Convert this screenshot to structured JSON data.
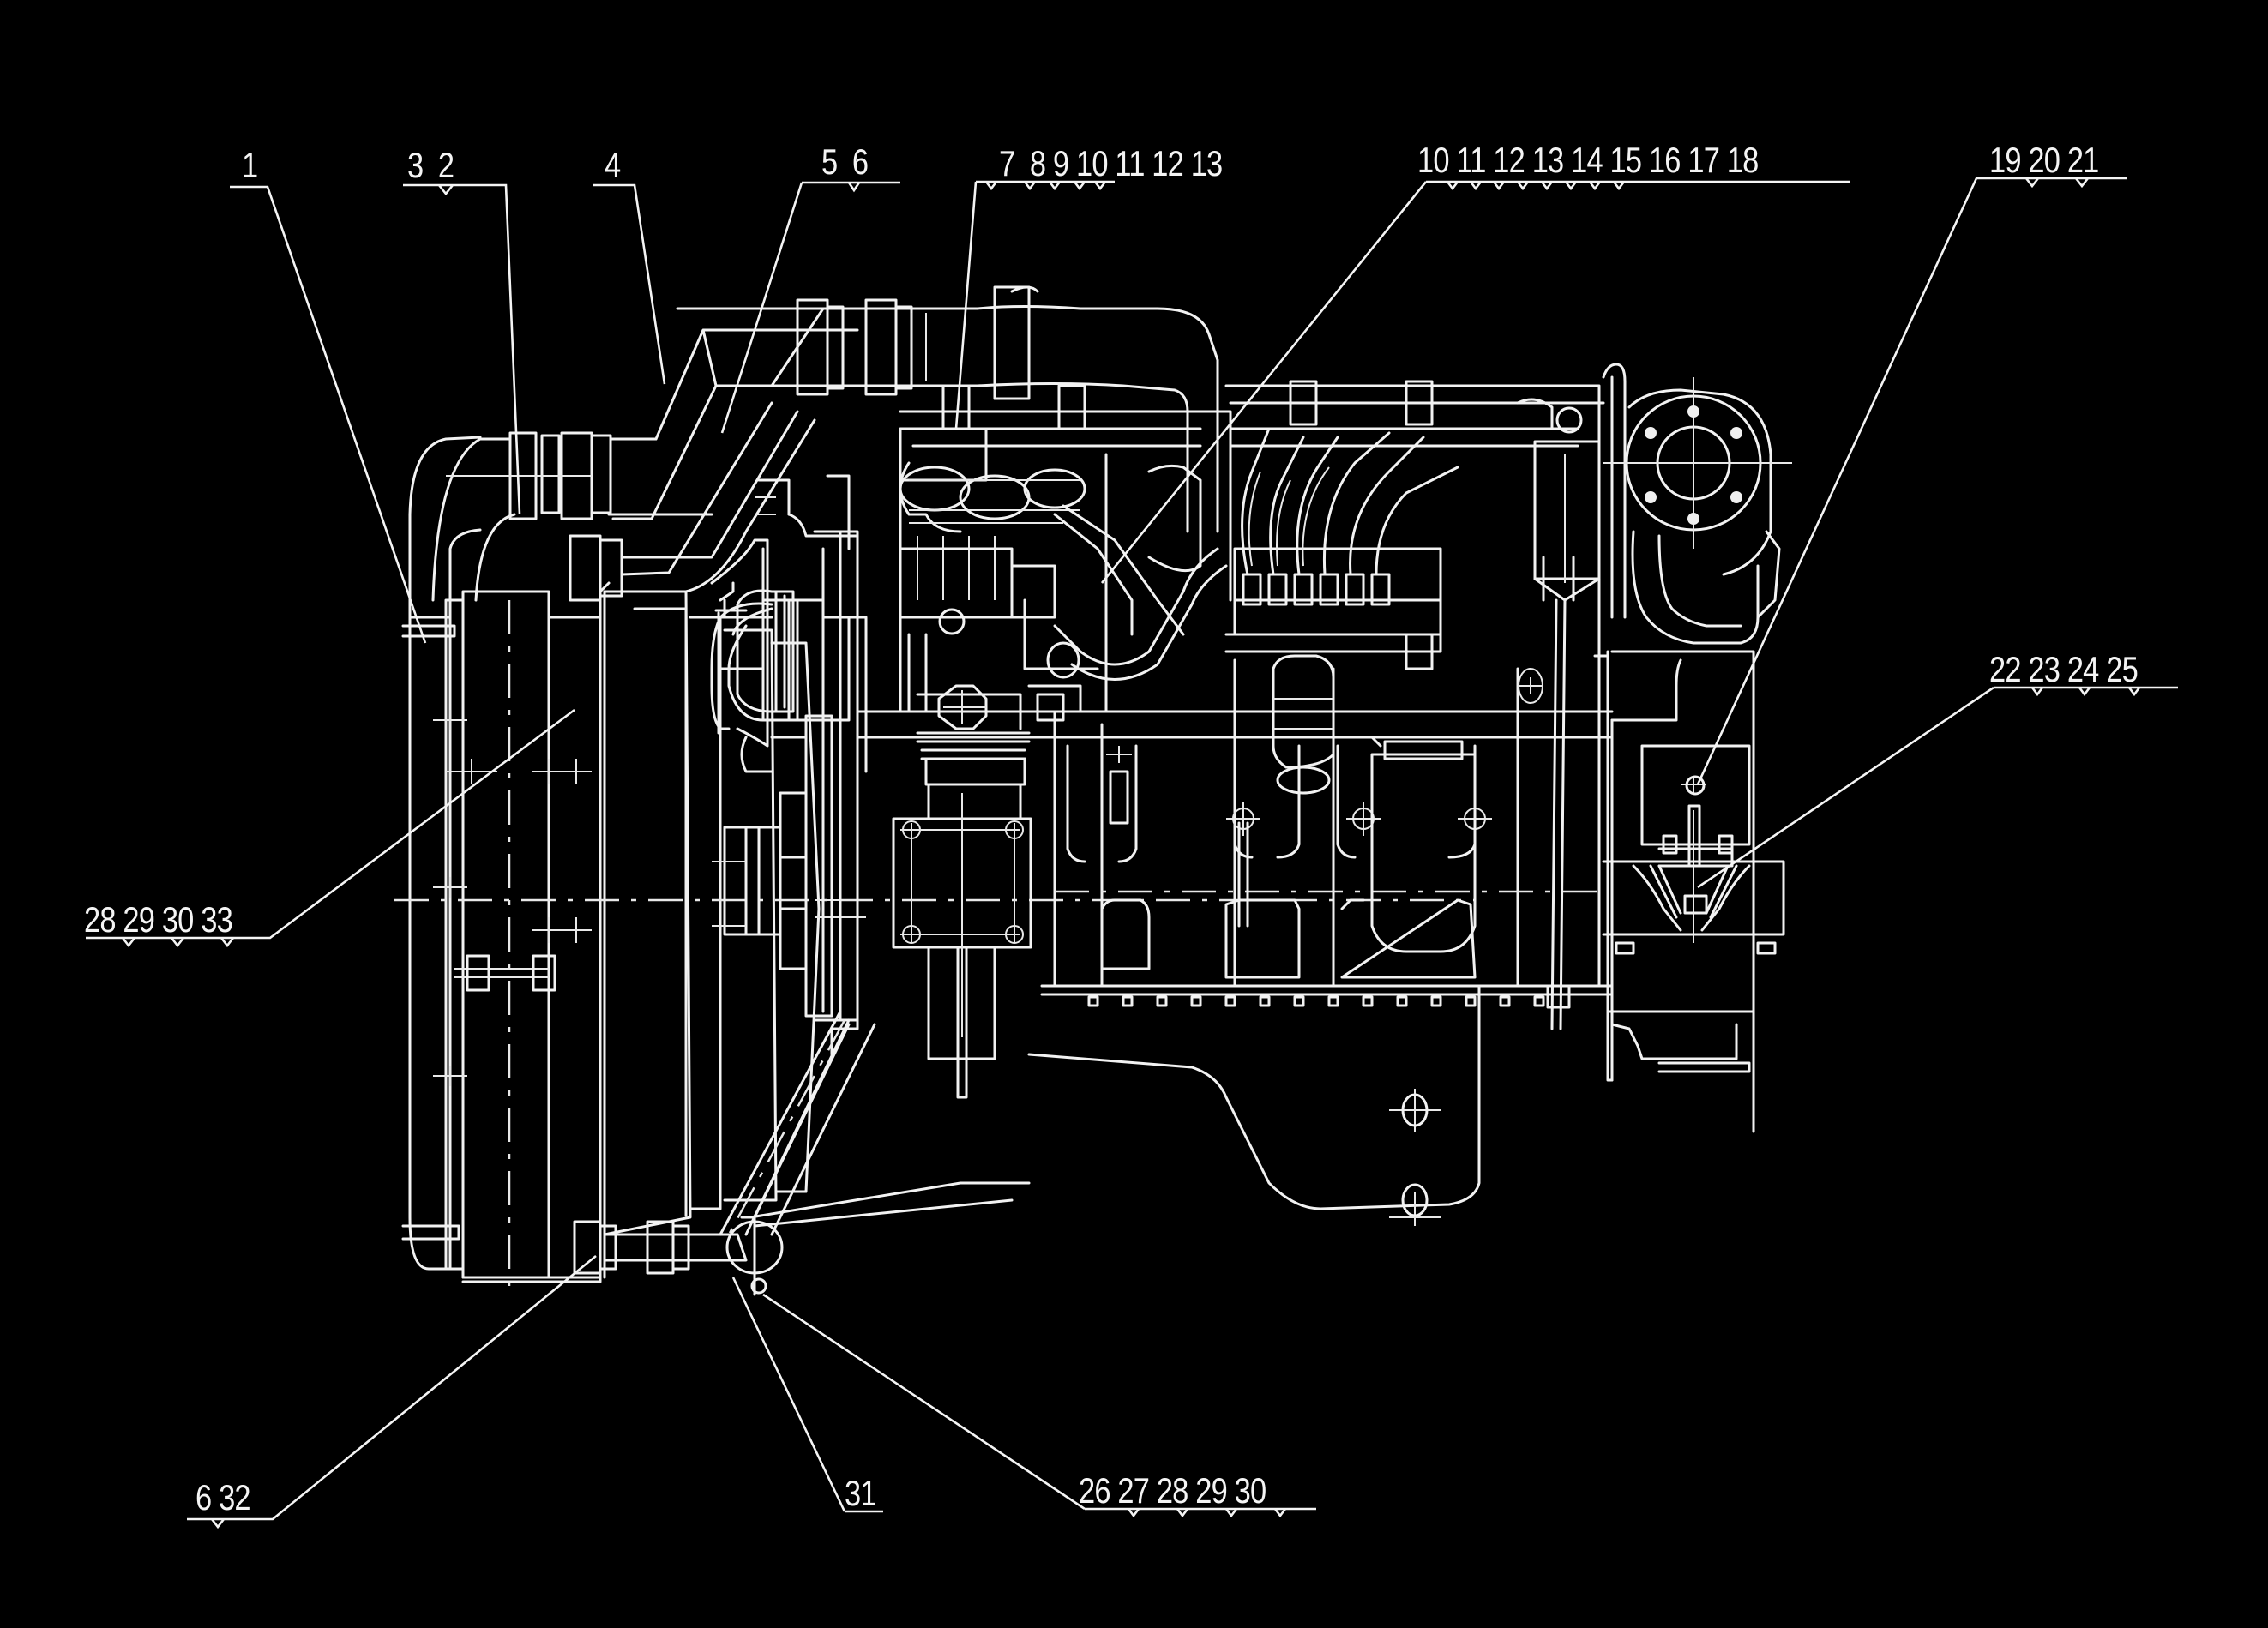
{
  "diagram": {
    "subject": "engine-assembly-side-view",
    "line_color": "#f2f2f2",
    "background_color": "#000000",
    "callouts": [
      {
        "id": "c1",
        "label": "1"
      },
      {
        "id": "c2",
        "label": "3  2"
      },
      {
        "id": "c3",
        "label": "4"
      },
      {
        "id": "c4",
        "label": "5  6"
      },
      {
        "id": "c5",
        "label": "7  8 9 10 11 12 13"
      },
      {
        "id": "c6",
        "label": "10 11 12 13 14 15 16 17 18"
      },
      {
        "id": "c7",
        "label": "19 20 21"
      },
      {
        "id": "c8",
        "label": "22 23 24 25"
      },
      {
        "id": "c9",
        "label": "28 29 30 33"
      },
      {
        "id": "c10",
        "label": "6 32"
      },
      {
        "id": "c11",
        "label": "31"
      },
      {
        "id": "c12",
        "label": "26 27 28 29 30"
      }
    ]
  }
}
